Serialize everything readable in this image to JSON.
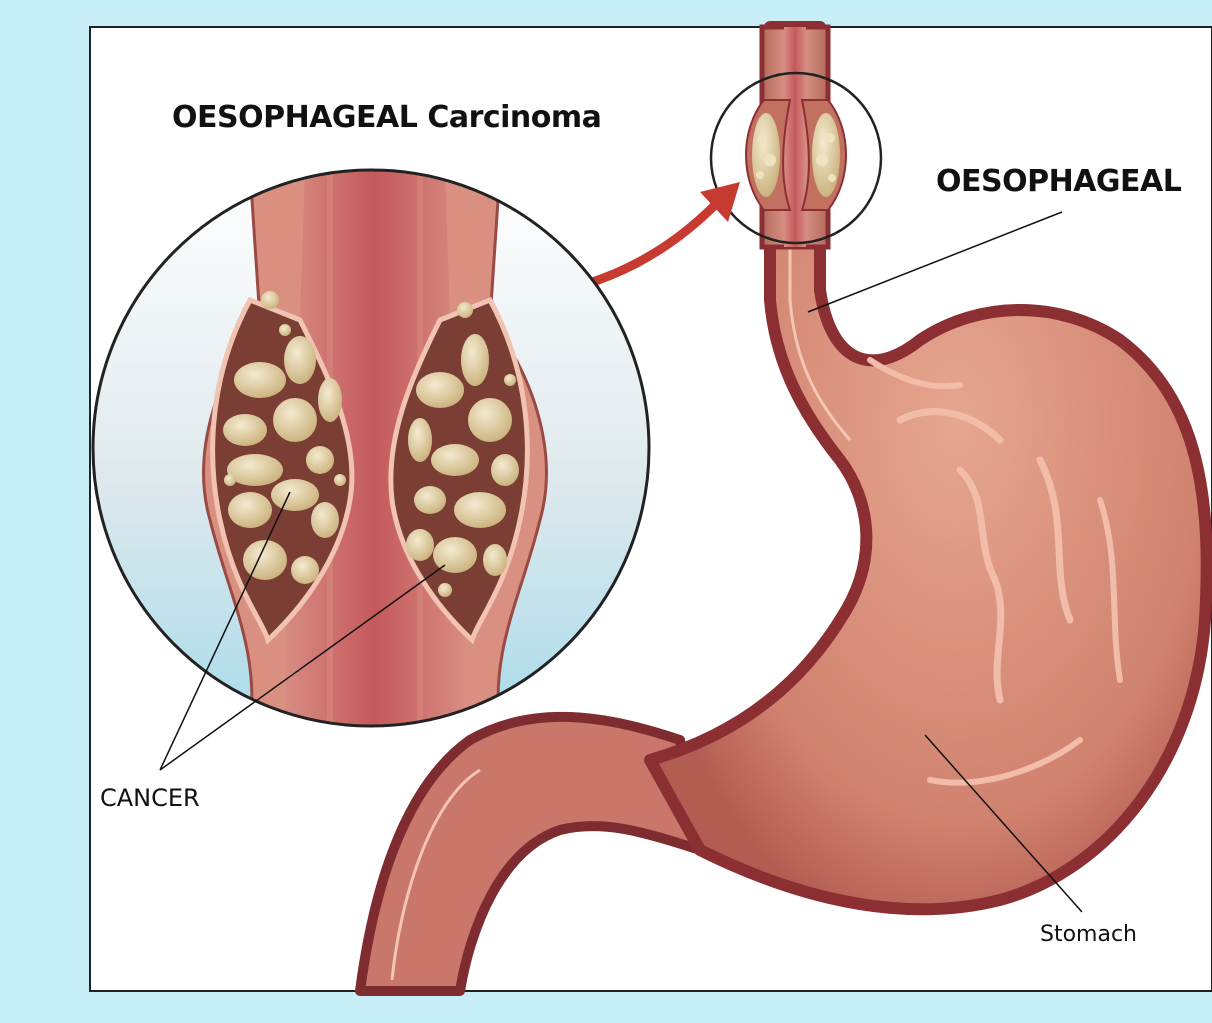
{
  "labels": {
    "title": "OESOPHAGEAL Carcinoma",
    "oesophageal": "OESOPHAGEAL",
    "cancer": "CANCER",
    "stomach": "Stomach"
  },
  "colors": {
    "page_background": "#c8eef8",
    "panel_background": "#ffffff",
    "tissue": "#d78d7c",
    "tissue_dark": "#8c2f33",
    "lumen": "#c4595c",
    "tumor": "#e2d2a4",
    "arrow": "#c63a2f"
  }
}
